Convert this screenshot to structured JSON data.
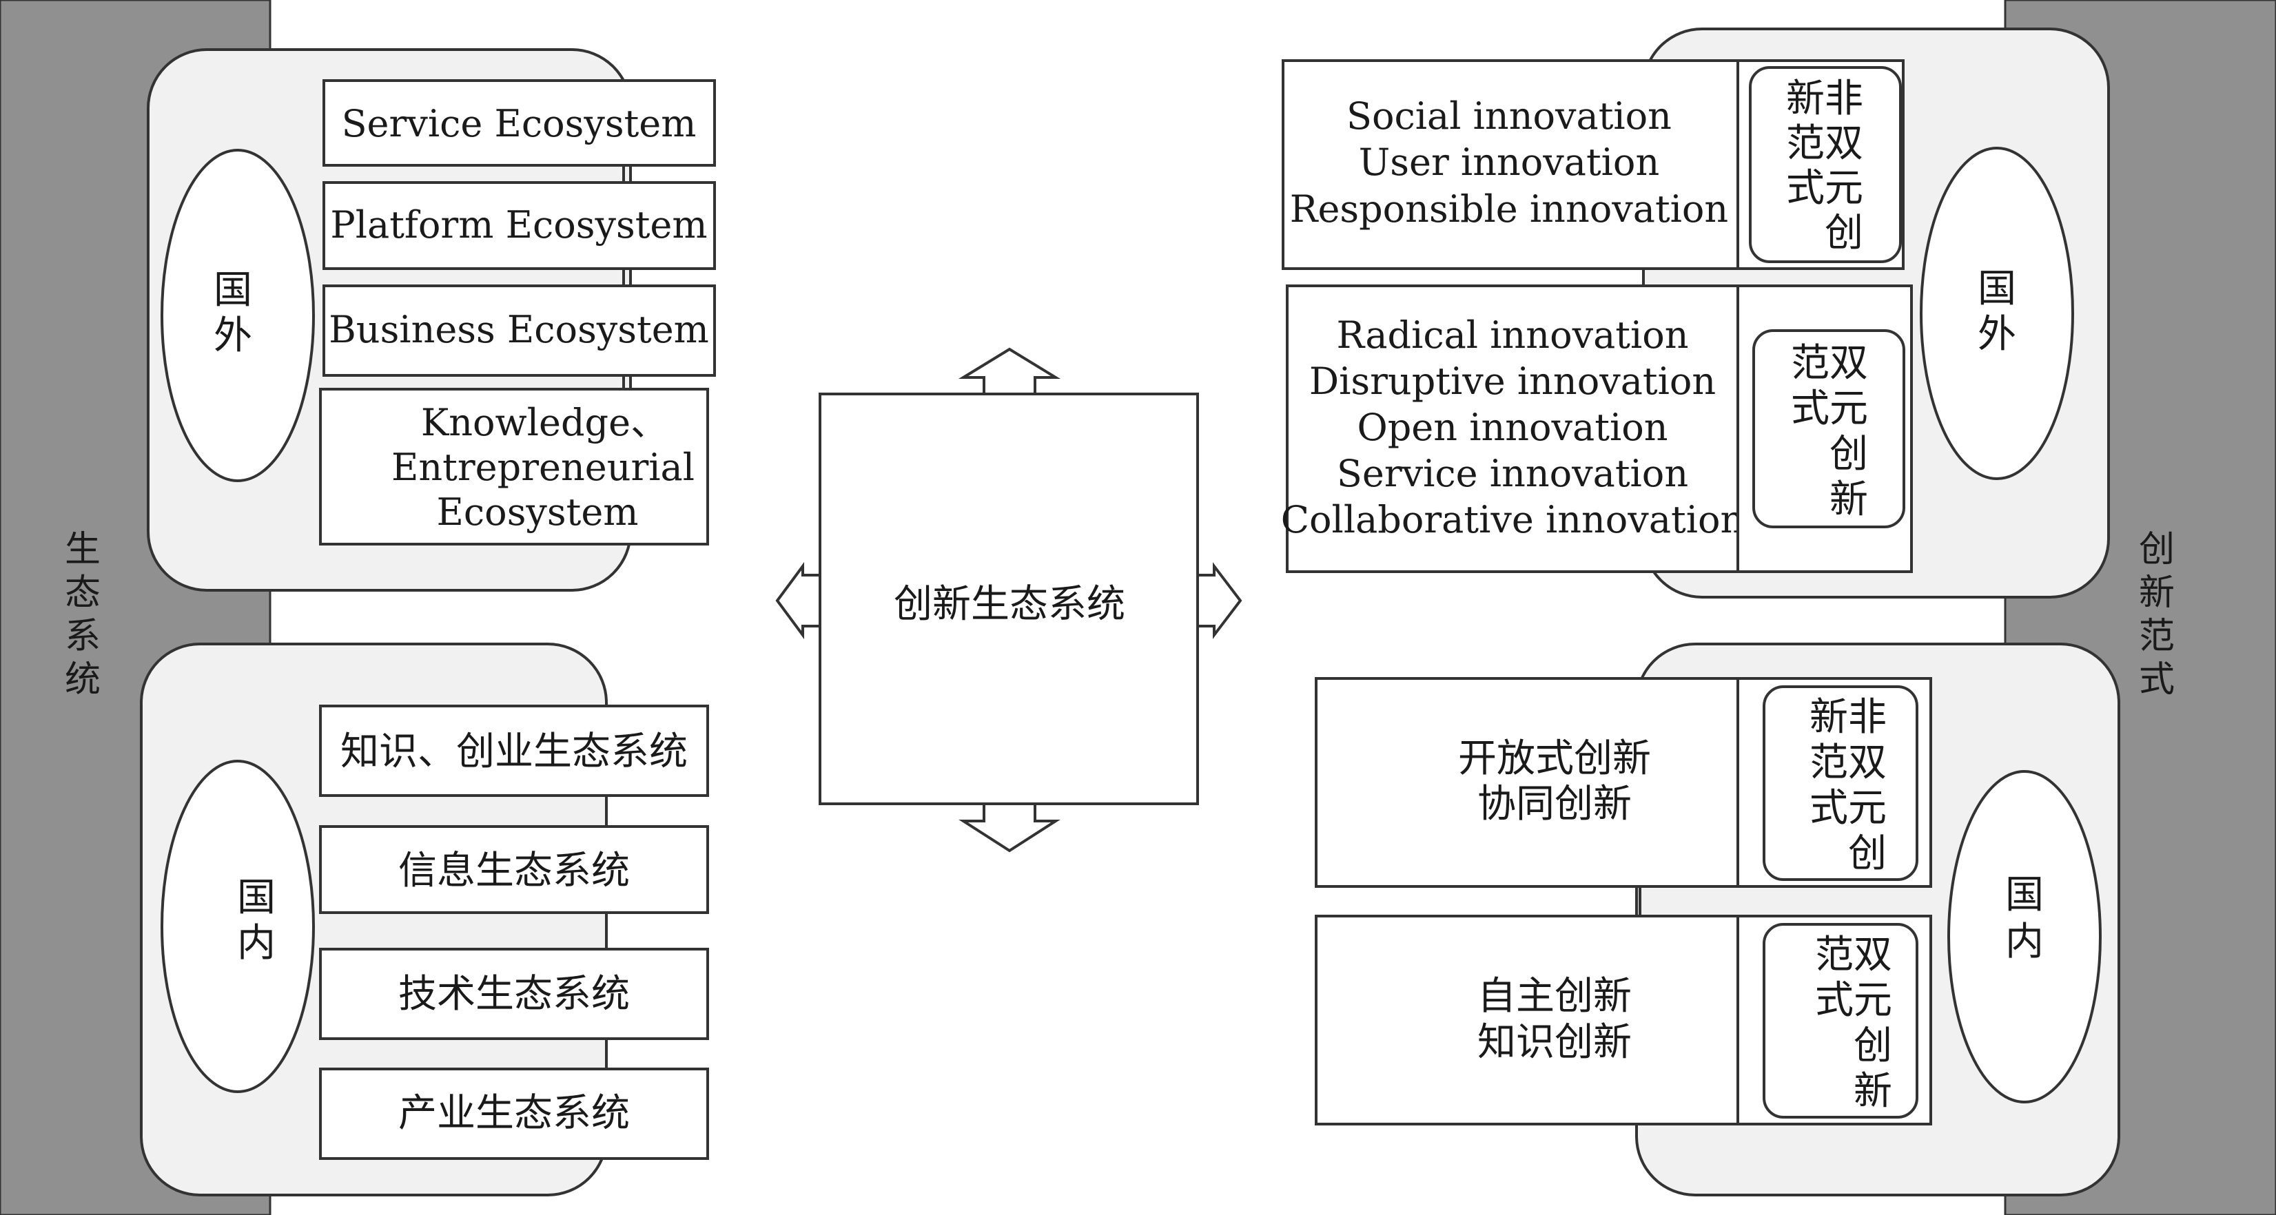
{
  "center": {
    "label": "创新生态系统"
  },
  "left_bar": {
    "label": [
      "生",
      "态",
      "系",
      "统"
    ]
  },
  "right_bar": {
    "label": [
      "创",
      "新",
      "范",
      "式"
    ]
  },
  "eco_foreign": {
    "oval": [
      "国",
      "外"
    ],
    "items": [
      [
        "Service Ecosystem"
      ],
      [
        "Platform Ecosystem"
      ],
      [
        "Business Ecosystem"
      ],
      [
        "Knowledge、",
        "Entrepreneurial",
        "Ecosystem"
      ]
    ]
  },
  "eco_domestic": {
    "oval": [
      "国",
      "内"
    ],
    "items": [
      [
        "知识、创业生态系统"
      ],
      [
        "信息生态系统"
      ],
      [
        "技术生态系统"
      ],
      [
        "产业生态系统"
      ]
    ]
  },
  "para_foreign": {
    "oval": [
      "国",
      "外"
    ],
    "groups": [
      {
        "lines": [
          "Social innovation",
          "User innovation",
          "Responsible innovation"
        ],
        "tag": [
          "新非",
          "范双",
          "式元",
          "　创"
        ]
      },
      {
        "lines": [
          "Radical innovation",
          "Disruptive innovation",
          "Open innovation",
          "Service innovation",
          "Collaborative innovation"
        ],
        "tag": [
          "范双",
          "式元",
          "　创",
          "　新"
        ]
      }
    ]
  },
  "para_domestic": {
    "oval": [
      "国",
      "内"
    ],
    "groups": [
      {
        "lines": [
          "开放式创新",
          "协同创新"
        ],
        "tag": [
          "新非",
          "范双",
          "式元",
          "　创"
        ]
      },
      {
        "lines": [
          "自主创新",
          "知识创新"
        ],
        "tag": [
          "范双",
          "式元",
          "　创",
          "　新"
        ]
      }
    ]
  }
}
